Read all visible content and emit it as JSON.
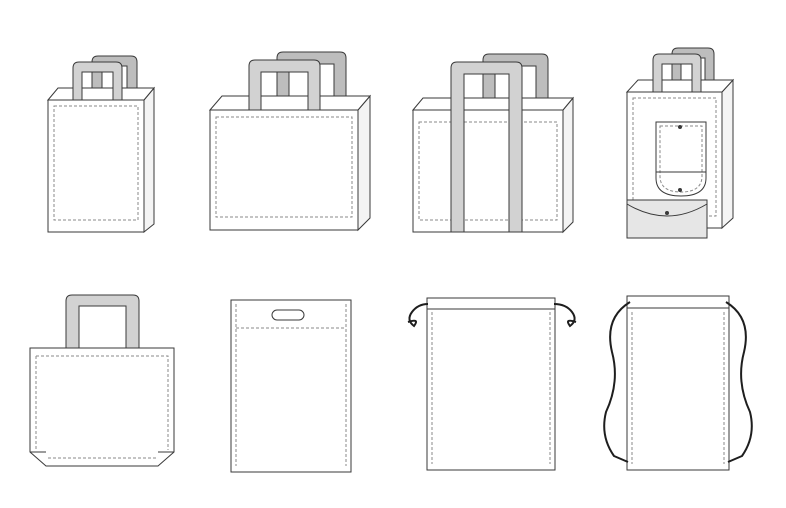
{
  "colors": {
    "background": "#ffffff",
    "outline": "#3a3a3a",
    "handle_fill": "#d2d2d2",
    "handle_back_fill": "#bdbdbd",
    "stitching": "#8a8a8a",
    "drawstring": "#1e1e1e"
  },
  "bag_styles": [
    "tall-flat-handle-tote",
    "wide-flat-handle-tote",
    "full-wrap-strap-tote",
    "foldable-tote-with-pouch",
    "trapezoid-gusset-tote",
    "die-cut-handle-bag",
    "drawstring-bag",
    "drawstring-backpack"
  ]
}
